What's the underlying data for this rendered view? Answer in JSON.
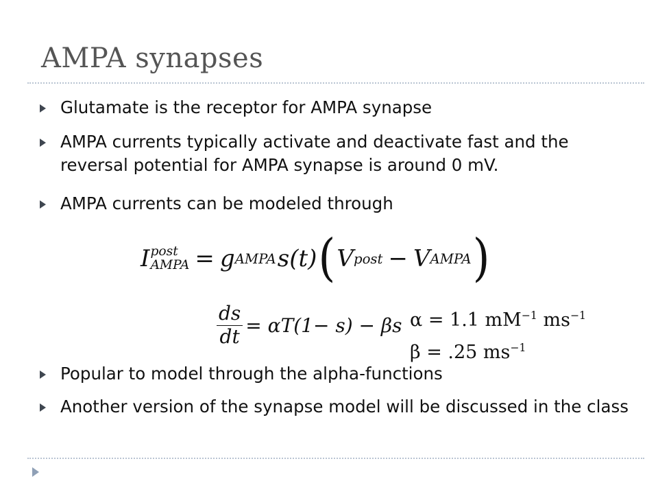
{
  "slide": {
    "title": "AMPA synapses",
    "bullets": [
      "Glutamate is the receptor for AMPA synapse",
      "AMPA currents typically activate and deactivate fast and the reversal potential for AMPA synapse is around 0 mV.",
      "AMPA currents can be modeled through",
      "Popular to model through the alpha-functions",
      "Another version of the synapse model will be discussed in the class"
    ],
    "equation_main": {
      "I": "I",
      "I_sup": "post",
      "I_sub": "AMPA",
      "eq": "=",
      "g": "g",
      "g_sub": "AMPA",
      "s_t": "s(t)",
      "V1": "V",
      "V1_sub": "post",
      "minus": "−",
      "V2": "V",
      "V2_sub": "AMPA"
    },
    "equation_ds": {
      "num": "ds",
      "den": "dt",
      "rhs": "= αT(1− s) − βs"
    },
    "params": {
      "alpha": "α = 1.1 mM",
      "alpha_exp": "−1",
      "alpha_unit": " ms",
      "alpha_unit_exp": "−1",
      "beta": "β = .25 ms",
      "beta_exp": "−1"
    },
    "icons": {
      "bullet": "triangle-right-icon",
      "footer": "triangle-right-icon"
    },
    "colors": {
      "title": "#555555",
      "rule": "#b9c4d2",
      "bullet_arrow": "#3f4650",
      "footer_arrow": "#8fa0b6"
    }
  }
}
